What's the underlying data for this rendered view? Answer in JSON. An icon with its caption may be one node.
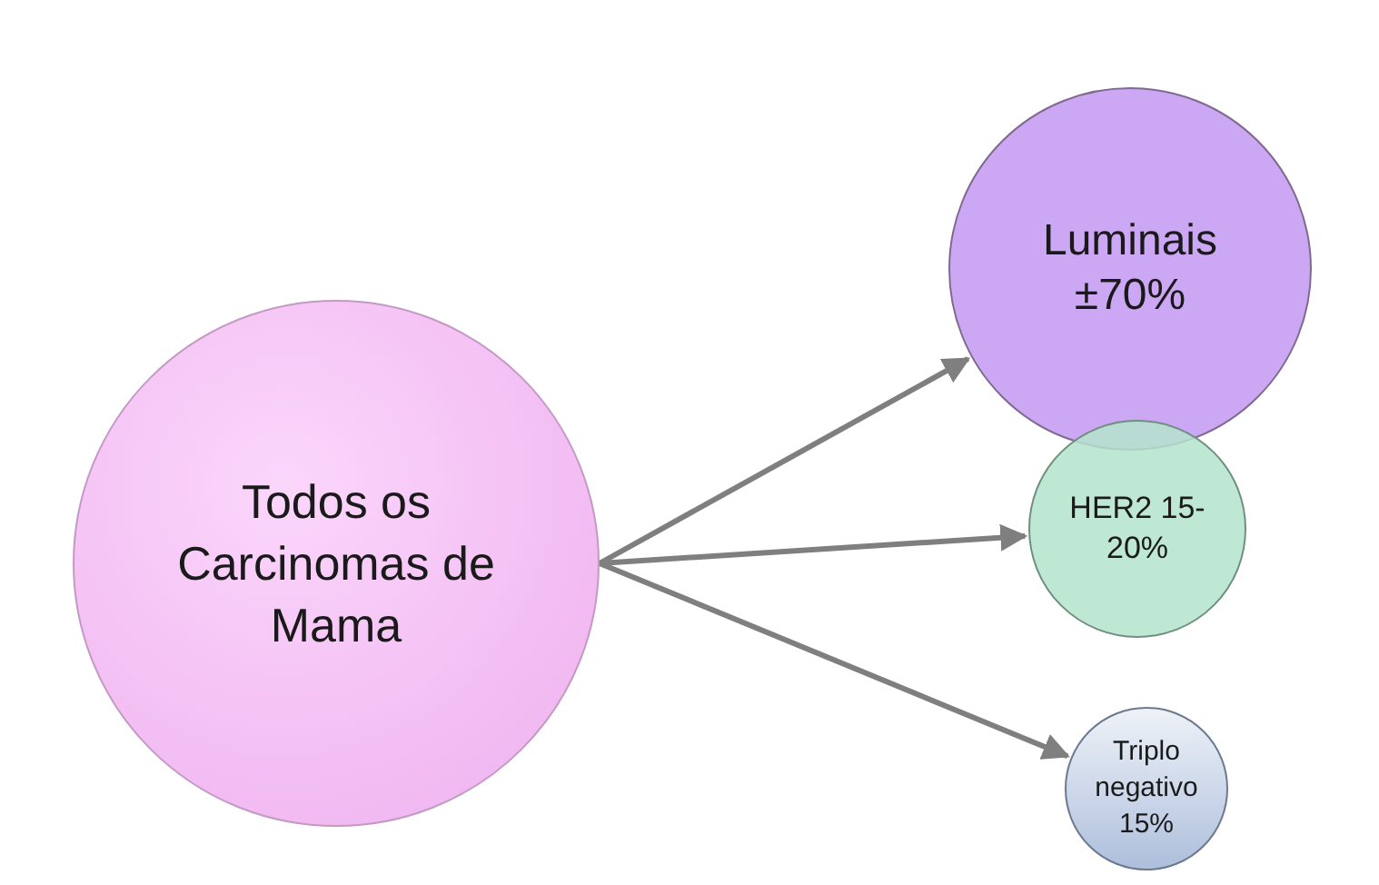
{
  "diagram": {
    "nodes": [
      {
        "text": [
          "Todos os Carcinomas de Mama"
        ]
      },
      {
        "text": [
          "Luminais ±70%"
        ]
      },
      {
        "text": [
          "HER2 15-20%"
        ]
      },
      {
        "text": [
          "Triplo negativo 15%"
        ]
      }
    ],
    "edges": [
      {
        "from": 0,
        "to": 1,
        "arrow": "to"
      },
      {
        "from": 0,
        "to": 2,
        "arrow": "to"
      },
      {
        "from": 0,
        "to": 3,
        "arrow": "to"
      }
    ]
  }
}
